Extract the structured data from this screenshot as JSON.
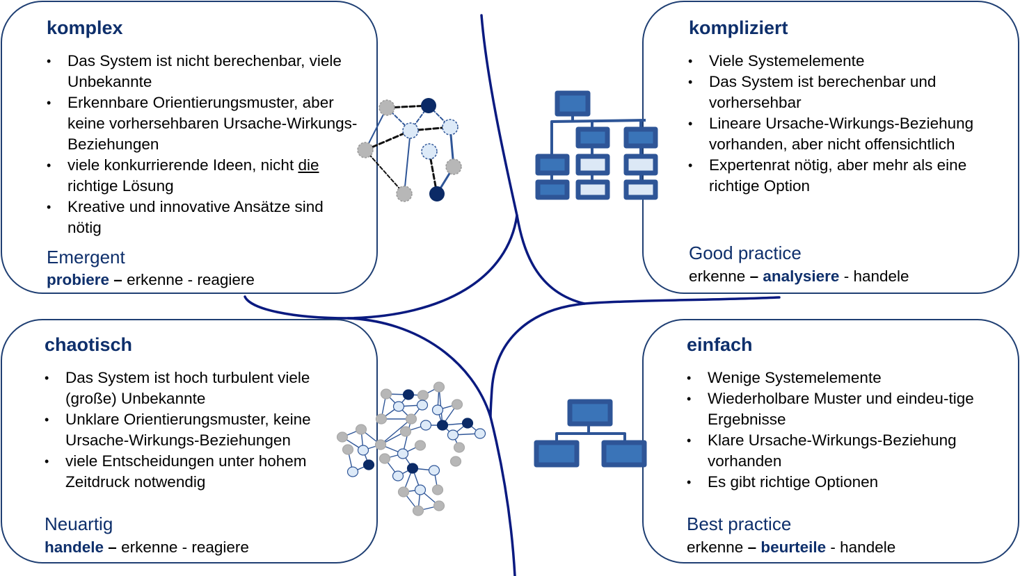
{
  "colors": {
    "accent": "#0e2f6b",
    "border": "#1f3f73",
    "curve": "#0a1a80",
    "icon_dark": "#2e5597",
    "icon_mid": "#3a74b8",
    "icon_light": "#dce8f6",
    "node_gray": "#b7b7b7",
    "node_dark": "#0b2a66",
    "node_light": "#ddeaf8"
  },
  "quadrants": {
    "komplex": {
      "title": "komplex",
      "bullets": [
        {
          "text": "Das System ist nicht berechenbar, viele Unbekannte"
        },
        {
          "text": "Erkennbare Orientierungsmuster, aber keine vorhersehbaren Ursache-Wirkungs-Beziehungen"
        },
        {
          "pre": "viele konkurrierende Ideen, nicht ",
          "underline": "die",
          "post": " richtige Lösung"
        },
        {
          "text": "Kreative und innovative Ansätze sind nötig"
        }
      ],
      "subtitle": "Emergent",
      "motto": {
        "bold": "probiere",
        "dash": "–",
        "rest": "erkenne - reagiere"
      },
      "icon": "dashed-network-icon"
    },
    "kompliziert": {
      "title": "kompliziert",
      "bullets": [
        {
          "text": "Viele Systemelemente"
        },
        {
          "text": "Das System ist berechenbar und vorhersehbar"
        },
        {
          "text": "Lineare Ursache-Wirkungs-Beziehung vorhanden, aber nicht offensichtlich"
        },
        {
          "text": "Expertenrat nötig, aber mehr als eine richtige Option"
        }
      ],
      "subtitle": "Good practice",
      "motto": {
        "pre": "erkenne",
        "dash": "–",
        "bold": "analysiere",
        "rest": "- handele"
      },
      "icon": "large-hierarchy-icon"
    },
    "chaotisch": {
      "title": "chaotisch",
      "bullets": [
        {
          "text": "Das System ist hoch turbulent viele (große) Unbekannte"
        },
        {
          "text": "Unklare Orientierungsmuster, keine Ursache-Wirkungs-Beziehungen"
        },
        {
          "text": "viele Entscheidungen unter hohem Zeitdruck notwendig"
        }
      ],
      "subtitle": "Neuartig",
      "motto": {
        "bold": "handele",
        "dash": "–",
        "rest": "erkenne - reagiere"
      },
      "icon": "complex-network-icon"
    },
    "einfach": {
      "title": "einfach",
      "bullets": [
        {
          "text": "Wenige Systemelemente"
        },
        {
          "text": "Wiederholbare Muster und eindeu-tige Ergebnisse"
        },
        {
          "text": "Klare Ursache-Wirkungs-Beziehung vorhanden"
        },
        {
          "text": "Es gibt  richtige Optionen"
        }
      ],
      "subtitle": "Best practice",
      "motto": {
        "pre": "erkenne",
        "dash": "–",
        "bold": "beurteile",
        "rest": "- handele"
      },
      "icon": "simple-hierarchy-icon"
    }
  }
}
